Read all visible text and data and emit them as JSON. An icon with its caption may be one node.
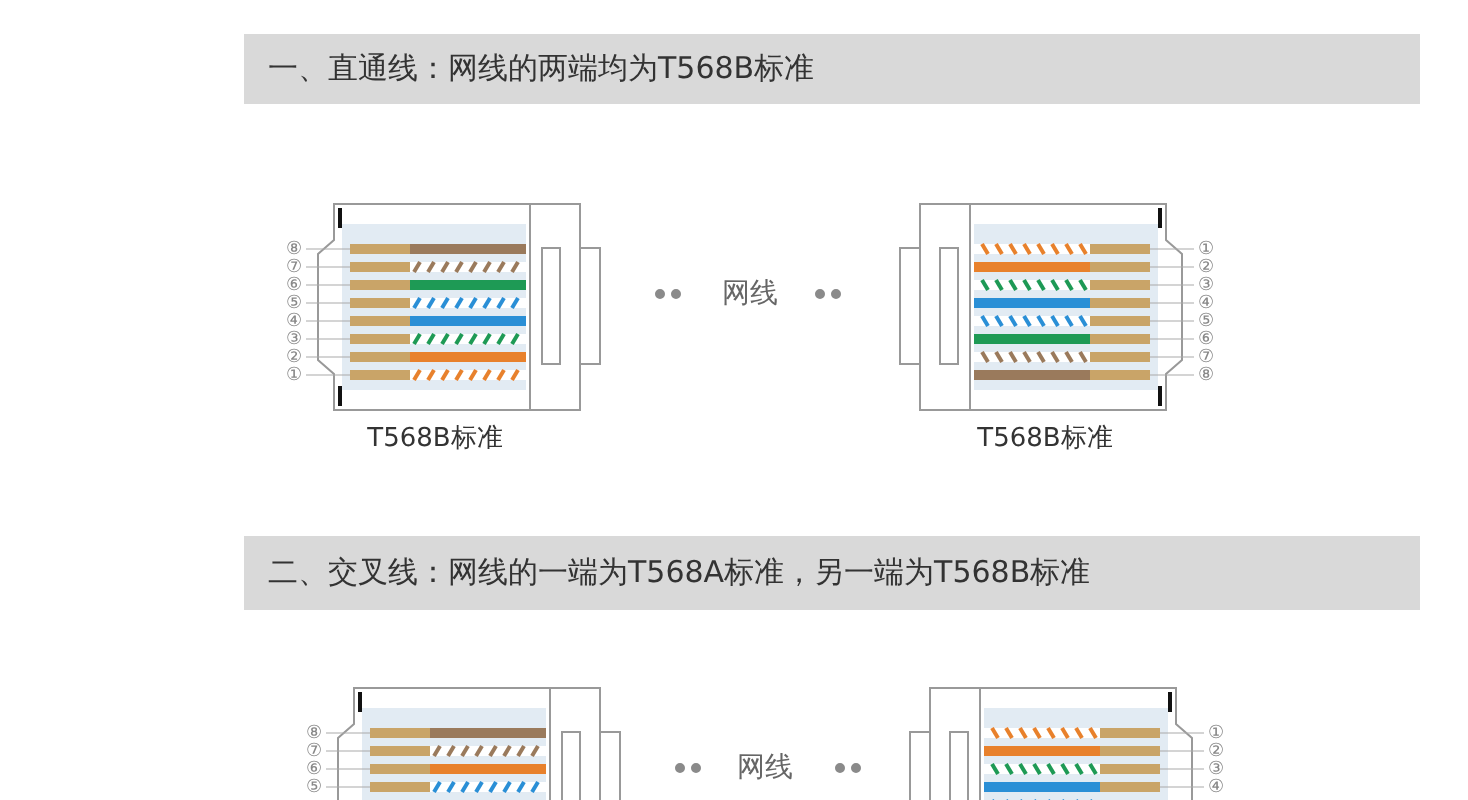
{
  "diagram": {
    "nodes": [
      {
        "text": [
          "一、直通线：网线的两端均为T568B标准"
        ]
      },
      {
        "text": [],
        "shape": "picture",
        "beside": [
          "T568B标准"
        ]
      },
      {
        "text": [],
        "shape": "picture",
        "beside": [
          "T568B标准"
        ]
      },
      {
        "text": [
          "二、交叉线：网线的一端为T568A标准，另一端为T568B标准"
        ]
      },
      {
        "text": [],
        "shape": "picture"
      },
      {
        "text": [],
        "shape": "picture"
      }
    ],
    "edges": [
      {
        "from": 1,
        "to": 2,
        "arrow": "none",
        "label": "网线",
        "style": "dashed"
      },
      {
        "from": 4,
        "to": 5,
        "arrow": "none",
        "label": "网线",
        "style": "dashed"
      }
    ],
    "labels": [
      "⑧",
      "⑦",
      "⑥",
      "⑤",
      "④",
      "③",
      "②",
      "①",
      "①",
      "②",
      "③",
      "④",
      "⑤",
      "⑥",
      "⑦",
      "⑧",
      "⑧",
      "⑦",
      "⑥",
      "⑤",
      "①",
      "②",
      "③",
      "④"
    ]
  }
}
